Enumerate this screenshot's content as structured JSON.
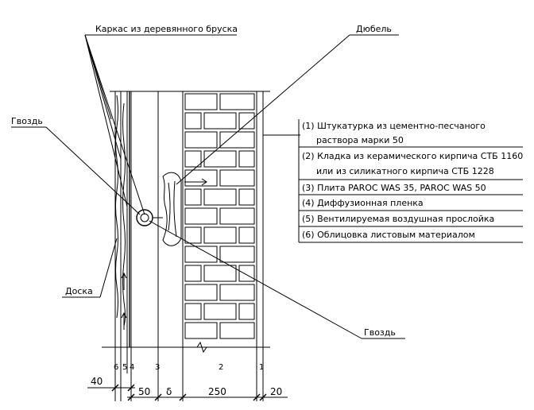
{
  "callouts": {
    "frame": "Каркас из деревянного бруска",
    "dowel": "Дюбель",
    "nail_top": "Гвоздь",
    "board": "Доска",
    "nail_bottom": "Гвоздь"
  },
  "legend": [
    "(1) Штукатурка из цементно-песчаного",
    "раствора марки 50",
    "(2) Кладка из керамического кирпича СТБ 1160",
    "или из силикатного кирпича СТБ 1228",
    "(3) Плита PAROC WAS 35, PAROC WAS 50",
    "(4) Диффузионная пленка",
    "(5) Вентилируемая воздушная прослойка",
    "(6) Облицовка листовым материалом"
  ],
  "layer_numbers": [
    "6",
    "5",
    "4",
    "3",
    "2",
    "1"
  ],
  "dimensions": {
    "d40": "40",
    "d50": "50",
    "delta": "δ",
    "d250": "250",
    "d20": "20"
  }
}
